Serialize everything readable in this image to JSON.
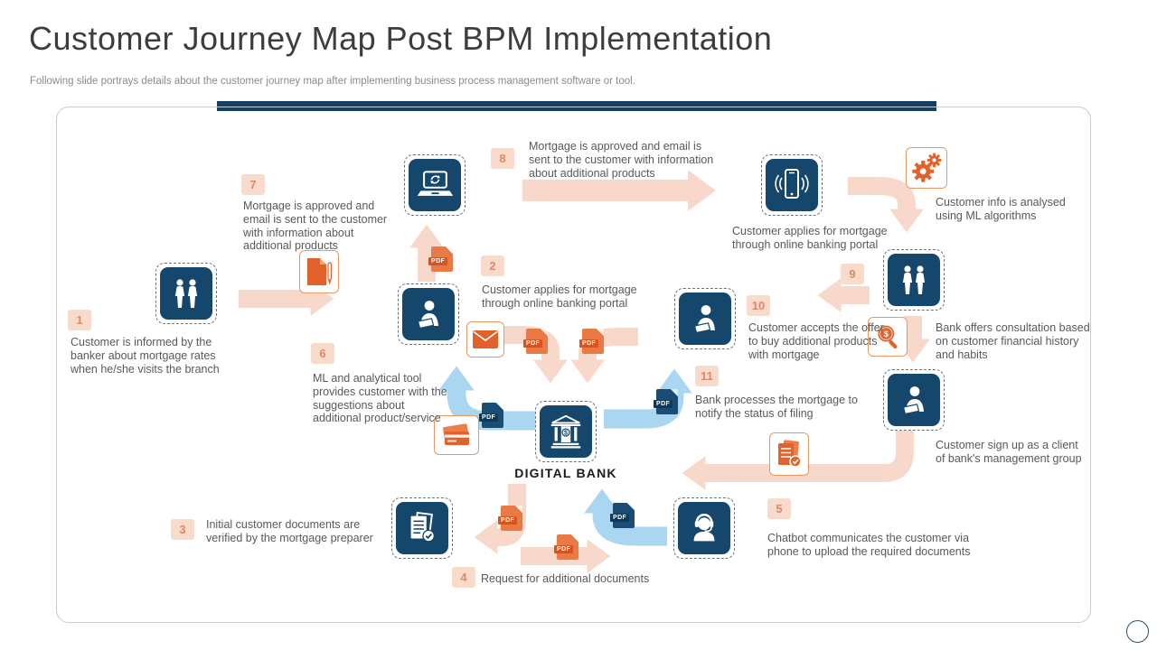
{
  "title": "Customer Journey Map Post BPM Implementation",
  "subtitle": "Following slide portrays details about the customer journey map after implementing business process management software or tool.",
  "center": {
    "label": "DIGITAL BANK"
  },
  "pdf_label": "PDF",
  "glyphs": {
    "dollar": "$"
  },
  "steps": {
    "s1": {
      "num": "1",
      "text": "Customer is informed by the banker about mortgage rates when he/she visits the branch"
    },
    "s2": {
      "num": "2",
      "text": "Customer applies for mortgage through online banking portal"
    },
    "s3": {
      "num": "3",
      "text": "Initial customer documents are verified by the mortgage preparer"
    },
    "s4": {
      "num": "4",
      "text": "Request for additional documents"
    },
    "s5": {
      "num": "5",
      "text": "Chatbot communicates the customer via phone to upload the required documents"
    },
    "s6": {
      "num": "6",
      "text": "ML and analytical tool provides customer with the suggestions about additional product/service"
    },
    "s7": {
      "num": "7",
      "text": "Mortgage is approved and email is sent to the customer with information about additional products"
    },
    "s8": {
      "num": "8",
      "text": "Mortgage is approved and email is sent to the customer with information about additional products"
    },
    "s9": {
      "num": "9"
    },
    "s10": {
      "num": "10",
      "text": "Customer accepts the offer to  buy additional products with mortgage"
    },
    "s11": {
      "num": "11",
      "text": "Bank processes the mortgage to notify the status of filing"
    }
  },
  "annotations": {
    "portal": "Customer applies for mortgage through online banking portal",
    "ml": "Customer info is analysed using ML algorithms",
    "consult": "Bank offers consultation based on customer financial history and habits",
    "signup": "Customer sign up as a client of bank's management group"
  },
  "colors": {
    "navy_tile": "#15466b",
    "accent_bar": "#123f63",
    "salmon_arrow": "#f8d8ca",
    "badge_bg": "#f9dbcc",
    "badge_text": "#e0876a",
    "orange_icon": "#e2622b",
    "blue_arrow": "#aad6f1",
    "body_text": "#595959"
  }
}
